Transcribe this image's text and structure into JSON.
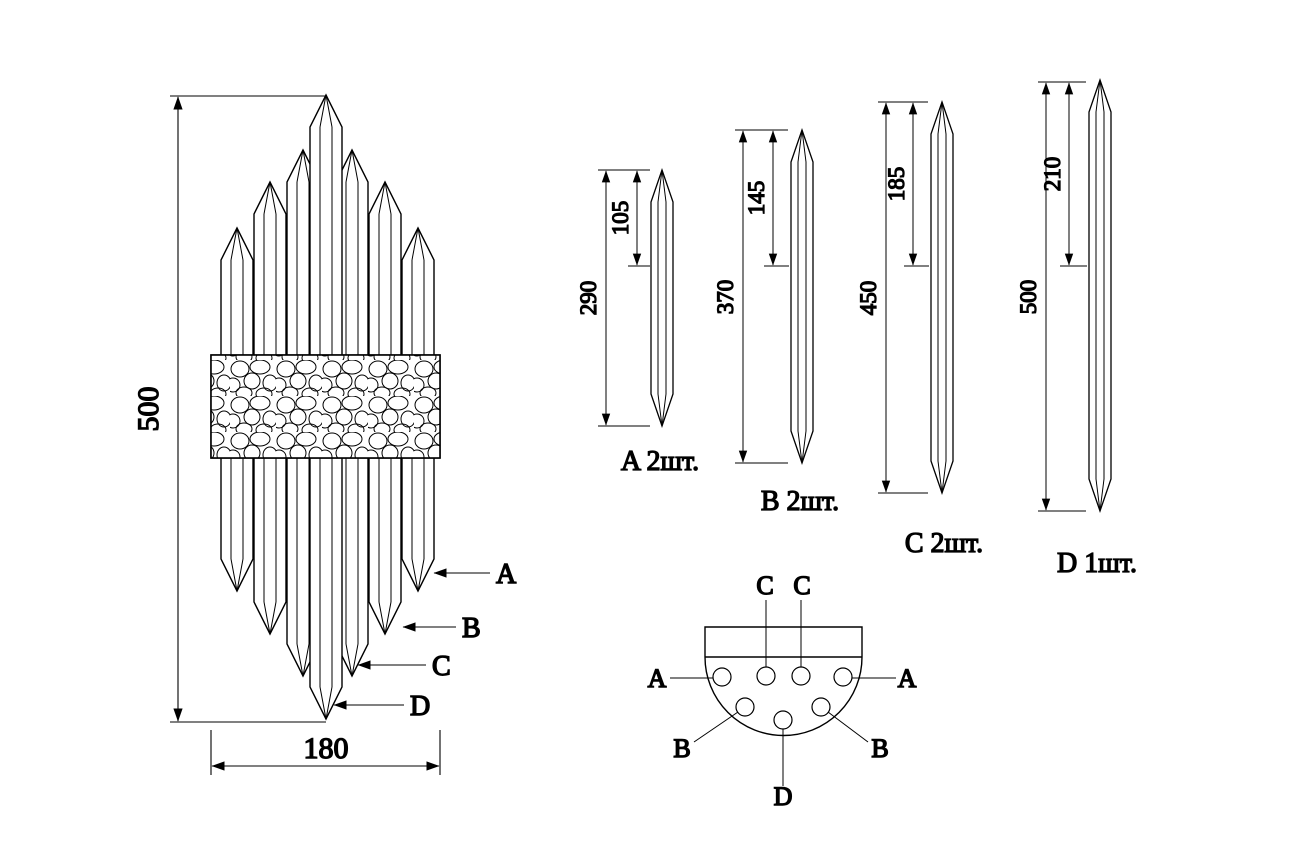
{
  "front_view": {
    "overall_height": "500",
    "overall_width": "180",
    "callouts": {
      "a": "A",
      "b": "B",
      "c": "C",
      "d": "D"
    }
  },
  "parts": [
    {
      "name": "A",
      "label": "A  2шт.",
      "total_length": "290",
      "upper_section": "105"
    },
    {
      "name": "B",
      "label": "B  2шт.",
      "total_length": "370",
      "upper_section": "145"
    },
    {
      "name": "C",
      "label": "C  2шт.",
      "total_length": "450",
      "upper_section": "185"
    },
    {
      "name": "D",
      "label": "D  1шт.",
      "total_length": "500",
      "upper_section": "210"
    }
  ],
  "top_view": {
    "labels": {
      "c_left": "C",
      "c_right": "C",
      "a_left": "A",
      "a_right": "A",
      "b_left": "B",
      "b_right": "B",
      "d": "D"
    }
  },
  "colors": {
    "line": "#000000",
    "background": "#ffffff"
  }
}
